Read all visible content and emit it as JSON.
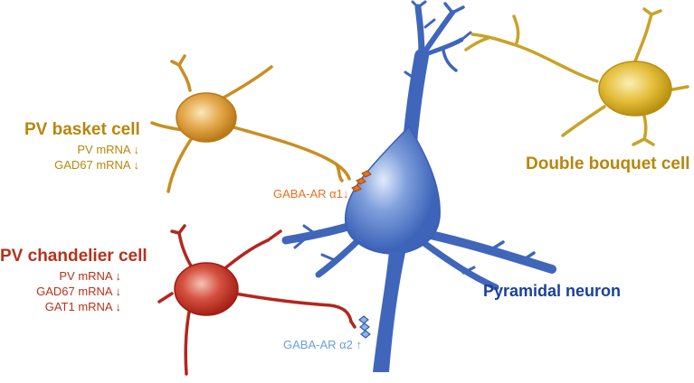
{
  "cells": {
    "basket": {
      "title": "PV basket cell",
      "markers": [
        "PV mRNA ↓",
        "GAD67 mRNA ↓"
      ],
      "color": "#c98e22"
    },
    "chandelier": {
      "title": "PV chandelier cell",
      "markers": [
        "PV mRNA ↓",
        "GAD67 mRNA ↓",
        "GAT1 mRNA ↓"
      ],
      "color": "#b3261e"
    },
    "double_bouquet": {
      "title": "Double bouquet cell",
      "color": "#c9a228"
    },
    "pyramidal": {
      "title": "Pyramidal neuron",
      "color": "#3a63b8"
    }
  },
  "receptors": {
    "alpha1": {
      "label": "GABA-AR α1↓",
      "color": "#e8701e"
    },
    "alpha2": {
      "label": "GABA-AR α2 ↑",
      "color": "#6b9fd6"
    }
  }
}
